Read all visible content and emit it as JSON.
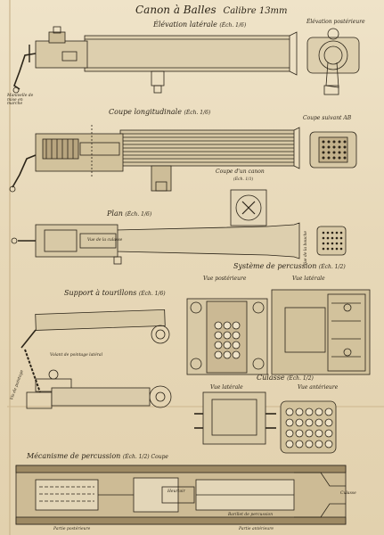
{
  "title": {
    "main": "Canon à Balles",
    "caliber": "Calibre 13mm"
  },
  "labels": {
    "elevation_laterale": "Élévation latérale",
    "elevation_laterale_scale": "(Éch. 1/6)",
    "elevation_posterieure": "Élévation postérieure",
    "manivelle": "Manivelle de mise en marche",
    "coupe_longitudinale": "Coupe longitudinale",
    "coupe_longitudinale_scale": "(Éch. 1/6)",
    "coupe_suivant_ab": "Coupe suivant AB",
    "coupe_canon": "Coupe d'un canon",
    "coupe_canon_scale": "(Éch. 1/1)",
    "plan": "Plan",
    "plan_scale": "(Éch. 1/6)",
    "vue_bouche": "Vue de la bouche",
    "vue_culasse_small": "Vue de la culasse",
    "systeme_percussion": "Système de percussion",
    "systeme_percussion_scale": "(Éch. 1/2)",
    "vue_posterieure": "Vue postérieure",
    "vue_laterale": "Vue latérale",
    "support_tourillons": "Support à tourillons",
    "support_tourillons_scale": "(Éch. 1/6)",
    "vis_pointage": "Vis de pointage",
    "volant_pointage": "Volant de pointage latéral",
    "culasse": "Culasse",
    "culasse_scale": "(Éch. 1/2)",
    "vue_laterale_culasse": "Vue latérale",
    "vue_anterieure": "Vue antérieure",
    "mecanisme_percussion": "Mécanisme de percussion",
    "mecanisme_scale": "(Éch. 1/2) Coupe",
    "heurtoir": "Heurtoir",
    "barillet": "Barillet de percussion",
    "culasse_bottom": "Culasse",
    "partie_posterieure": "Partie postérieure",
    "partie_anterieure": "Partie antérieure"
  }
}
